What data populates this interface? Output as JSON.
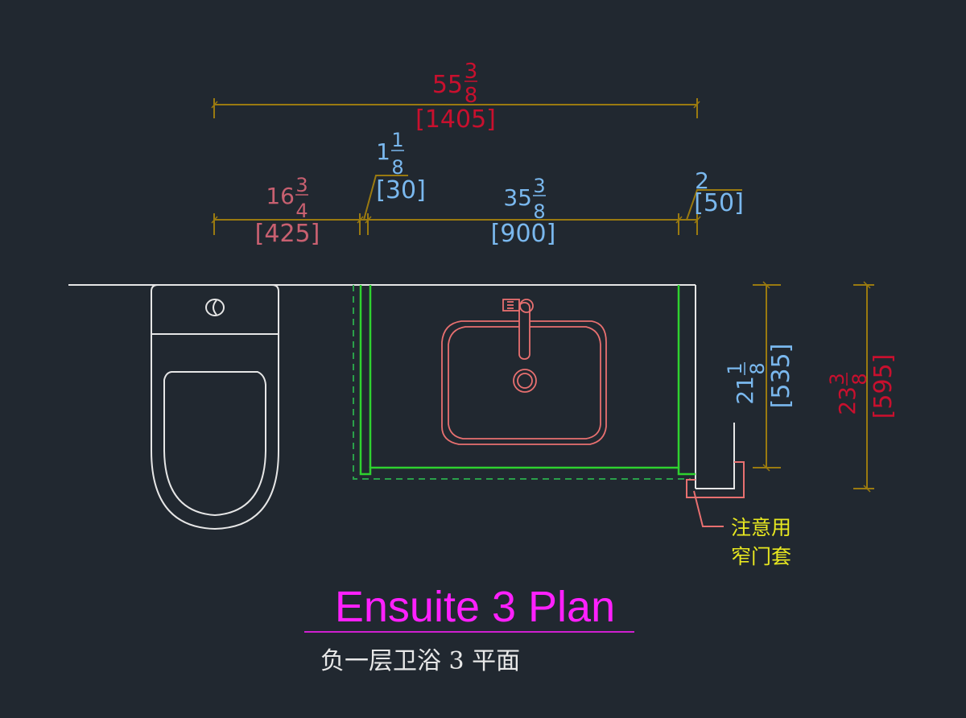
{
  "drawing": {
    "title": "Ensuite 3 Plan",
    "subtitle": "负一层卫浴 3 平面",
    "note_line1": "注意用",
    "note_line2": "窄门套",
    "colors": {
      "background": "#212830",
      "dimension_line": "#9a7a10",
      "dim_red": "#c8102e",
      "dim_pink": "#c86070",
      "dim_blue": "#7ab8ee",
      "wall": "#e6e6e6",
      "cabinet": "#2fd22f",
      "cabinet_hidden": "#2aa04a",
      "fixture": "#e87070",
      "note": "#e8e820",
      "title": "#ff20ff"
    }
  },
  "dimensions": {
    "overall_width": {
      "whole": "55",
      "num": "3",
      "den": "8",
      "metric": "[1405]"
    },
    "toilet_zone": {
      "whole": "16",
      "num": "3",
      "den": "4",
      "metric": "[425]"
    },
    "gap": {
      "whole": "1",
      "num": "1",
      "den": "8",
      "metric": "[30]"
    },
    "vanity": {
      "whole": "35",
      "num": "3",
      "den": "8",
      "metric": "[900]"
    },
    "end_gap": {
      "whole": "2",
      "metric": "[50]"
    },
    "vanity_depth": {
      "whole": "21",
      "num": "1",
      "den": "8",
      "metric": "[535]"
    },
    "overall_depth": {
      "whole": "23",
      "num": "3",
      "den": "8",
      "metric": "[595]"
    }
  }
}
